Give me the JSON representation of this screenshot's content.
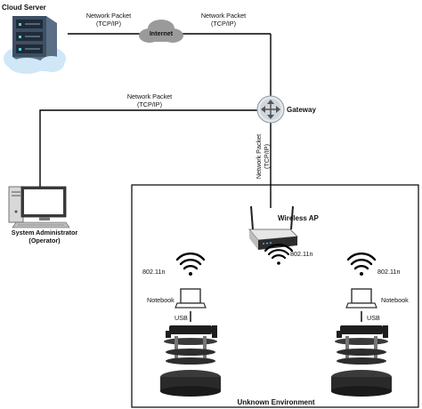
{
  "nodes": {
    "cloud_server": {
      "label": "Cloud Server",
      "icon": "server-cloud-icon"
    },
    "internet": {
      "label": "Internet",
      "icon": "cloud-icon"
    },
    "gateway": {
      "label": "Gateway",
      "icon": "router-icon"
    },
    "admin": {
      "label_line1": "System Administrator",
      "label_line2": "(Operator)",
      "icon": "desktop-computer-icon"
    },
    "wireless_ap": {
      "label": "Wireless AP",
      "icon": "wireless-router-icon"
    },
    "environment": {
      "label": "Unknown Environment"
    }
  },
  "links": {
    "server_internet": {
      "line1": "Network Packet",
      "line2": "(TCP/IP)"
    },
    "internet_gateway": {
      "line1": "Network Packet",
      "line2": "(TCP/IP)"
    },
    "admin_gateway": {
      "line1": "Network Packet",
      "line2": "(TCP/IP)"
    },
    "gateway_ap": {
      "line1": "Network Packet",
      "line2": "(TCP/IP)"
    }
  },
  "wireless": {
    "ap_label": "802.11n",
    "left_label": "802.11n",
    "right_label": "802.11n"
  },
  "robots": {
    "left": {
      "notebook_label": "Notebook",
      "usb_label": "USB"
    },
    "right": {
      "notebook_label": "Notebook",
      "usb_label": "USB"
    }
  },
  "colors": {
    "line": "#000000",
    "cloud_fill": "#9a9a9a",
    "server_cloud": "#cfe7f7",
    "server_body": "#5a6f85",
    "router_fill": "#e4e8ec"
  }
}
